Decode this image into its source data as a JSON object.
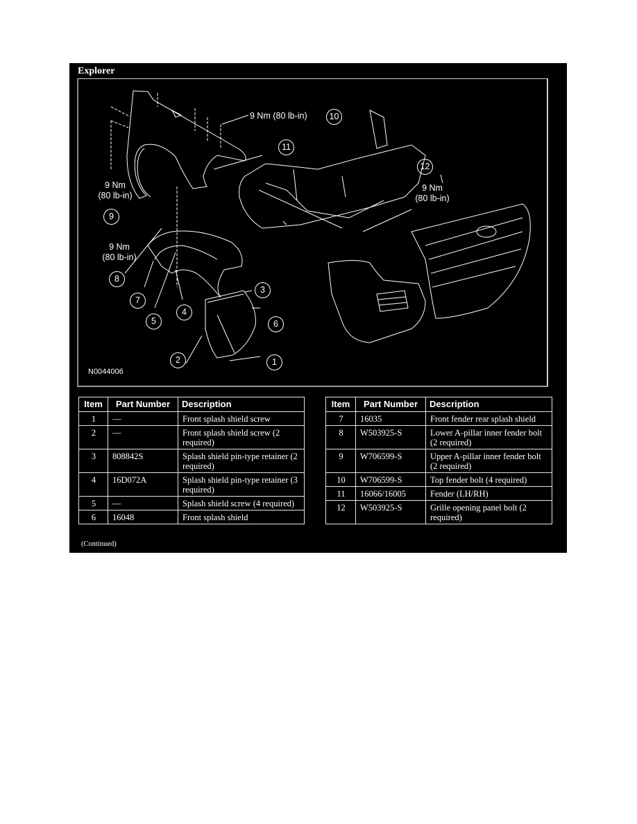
{
  "page": {
    "title": "Explorer",
    "figure_id": "N0044006",
    "continued_label": "(Continued)"
  },
  "diagram": {
    "torque_labels": [
      {
        "id": "torque-10",
        "text": "9 Nm (80 lb-in)"
      },
      {
        "id": "torque-9-line1",
        "text": "9 Nm"
      },
      {
        "id": "torque-9-line2",
        "text": "(80 lb-in)"
      },
      {
        "id": "torque-8-line1",
        "text": "9 Nm"
      },
      {
        "id": "torque-8-line2",
        "text": "(80 lb-in)"
      },
      {
        "id": "torque-12-line1",
        "text": "9 Nm"
      },
      {
        "id": "torque-12-line2",
        "text": "(80 lb-in)"
      }
    ],
    "callouts": [
      "1",
      "2",
      "3",
      "4",
      "5",
      "6",
      "7",
      "8",
      "9",
      "10",
      "11",
      "12"
    ]
  },
  "tables": {
    "headers": {
      "item": "Item",
      "part_number": "Part Number",
      "description": "Description"
    },
    "left": [
      {
        "item": "1",
        "part_number": "—",
        "description": "Front splash shield screw"
      },
      {
        "item": "2",
        "part_number": "—",
        "description": "Front splash shield screw (2 required)"
      },
      {
        "item": "3",
        "part_number": "808842S",
        "description": "Splash shield pin-type retainer (2 required)"
      },
      {
        "item": "4",
        "part_number": "16D072A",
        "description": "Splash shield pin-type retainer (3 required)"
      },
      {
        "item": "5",
        "part_number": "—",
        "description": "Splash shield screw (4 required)"
      },
      {
        "item": "6",
        "part_number": "16048",
        "description": "Front splash shield"
      }
    ],
    "right": [
      {
        "item": "7",
        "part_number": "16035",
        "description": "Front fender rear splash shield"
      },
      {
        "item": "8",
        "part_number": "W503925-S",
        "description": "Lower A-pillar inner fender bolt (2 required)"
      },
      {
        "item": "9",
        "part_number": "W706599-S",
        "description": "Upper A-pillar inner fender bolt (2 required)"
      },
      {
        "item": "10",
        "part_number": "W706599-S",
        "description": "Top fender bolt (4 required)"
      },
      {
        "item": "11",
        "part_number": "16066/16005",
        "description": "Fender (LH/RH)"
      },
      {
        "item": "12",
        "part_number": "W503925-S",
        "description": "Grille opening panel bolt (2 required)"
      }
    ]
  }
}
